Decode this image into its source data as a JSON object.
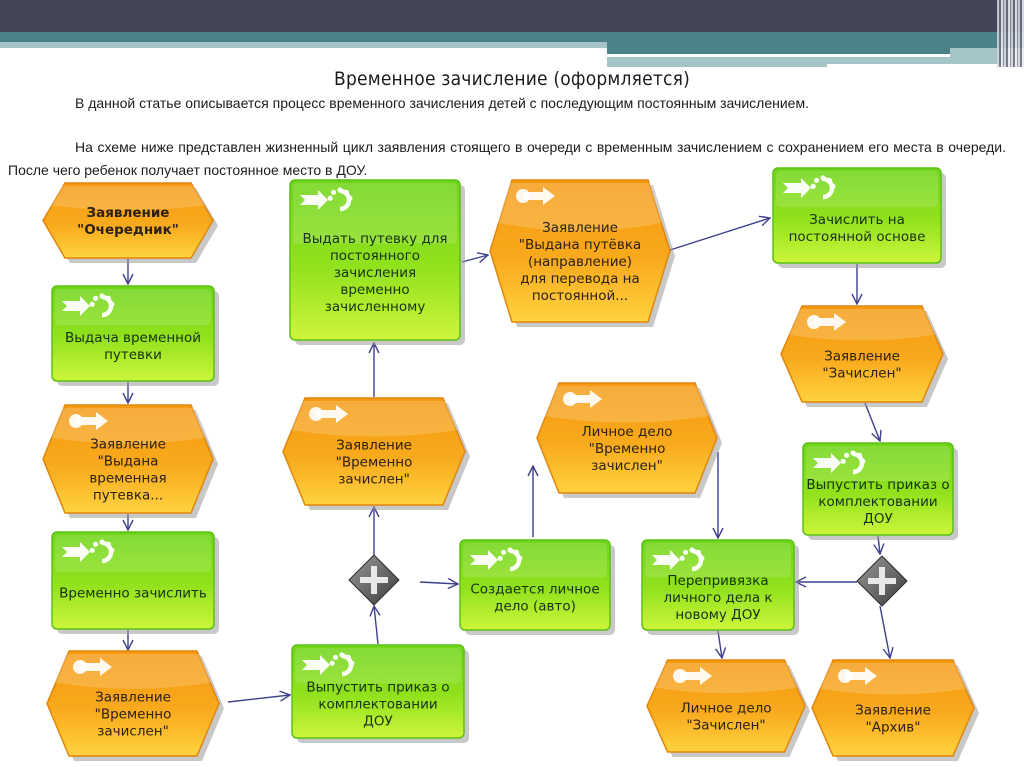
{
  "slide": {
    "title": "Временное зачисление (оформляется)",
    "paragraphs": [
      "В данной статье описывается процесс временного зачисления детей  с последующим постоянным зачислением.",
      "На схеме ниже представлен жизненный цикл заявления стоящего в очереди с временным зачислением с сохранением его места  в очереди. После чего ребенок получает постоянное место в ДОУ."
    ]
  },
  "colors": {
    "event_fill": "#f7a21b",
    "event_fill_light": "#ffc93a",
    "function_fill": "#7ad81a",
    "function_fill_light": "#c8f53a",
    "arrow": "#3f3f8f",
    "gateway": "#5b5b5b"
  },
  "diagram": {
    "events": [
      {
        "id": "e1",
        "lines": [
          "Заявление",
          "\"Очередник\""
        ],
        "bold": true,
        "icon": "none"
      },
      {
        "id": "e2",
        "lines": [
          "Заявление",
          "\"Выдана",
          "временная",
          "путевка..."
        ],
        "icon": "event-arrow-icon"
      },
      {
        "id": "e3",
        "lines": [
          "Заявление",
          "\"Временно",
          "зачислен\""
        ],
        "icon": "event-arrow-icon"
      },
      {
        "id": "e4",
        "lines": [
          "Заявление",
          "\"Временно",
          "зачислен\""
        ],
        "icon": "event-arrow-icon"
      },
      {
        "id": "e5",
        "lines": [
          "Заявление",
          "\"Выдана путёвка",
          "(направление)",
          "для перевода на",
          "постоянной..."
        ],
        "icon": "event-arrow-icon"
      },
      {
        "id": "e6",
        "lines": [
          "Личное дело",
          "\"Временно",
          "зачислен\""
        ],
        "icon": "event-arrow-icon"
      },
      {
        "id": "e7",
        "lines": [
          "Заявление",
          "\"Зачислен\""
        ],
        "icon": "event-arrow-icon"
      },
      {
        "id": "e8",
        "lines": [
          "Личное дело",
          "\"Зачислен\""
        ],
        "icon": "event-arrow-icon"
      },
      {
        "id": "e9",
        "lines": [
          "Заявление",
          "\"Архив\""
        ],
        "icon": "event-arrow-icon"
      }
    ],
    "functions": [
      {
        "id": "f1",
        "lines": [
          "Выдача временной",
          "путевки"
        ],
        "icon": "function-gear-icon"
      },
      {
        "id": "f2",
        "lines": [
          "Временно зачислить"
        ],
        "icon": "function-gear-icon"
      },
      {
        "id": "f3",
        "lines": [
          "Выпустить приказ о",
          "комплектовании",
          "ДОУ"
        ],
        "icon": "function-gear-icon"
      },
      {
        "id": "f4",
        "lines": [
          "Выдать путевку для",
          "постоянного",
          "зачисления",
          "временно",
          "зачисленному"
        ],
        "icon": "function-gear-icon"
      },
      {
        "id": "f5",
        "lines": [
          "Создается личное",
          "дело (авто)"
        ],
        "icon": "function-gear-icon"
      },
      {
        "id": "f6",
        "lines": [
          "Зачислить на",
          "постоянной основе"
        ],
        "icon": "function-gear-icon"
      },
      {
        "id": "f7",
        "lines": [
          "Перепривязка",
          "личного дела к",
          "новому ДОУ"
        ],
        "icon": "function-gear-icon"
      },
      {
        "id": "f8",
        "lines": [
          "Выпустить приказ о",
          "комплектовании",
          "ДОУ"
        ],
        "icon": "function-gear-icon"
      }
    ],
    "gateways": [
      {
        "id": "g1",
        "type": "and",
        "icon": "plus-icon"
      },
      {
        "id": "g2",
        "type": "and",
        "icon": "plus-icon"
      }
    ],
    "connections": [
      [
        "e1",
        "f1"
      ],
      [
        "f1",
        "e2"
      ],
      [
        "e2",
        "f2"
      ],
      [
        "f2",
        "e3"
      ],
      [
        "e3",
        "f3"
      ],
      [
        "f3",
        "g1"
      ],
      [
        "g1",
        "e4"
      ],
      [
        "g1",
        "f5"
      ],
      [
        "e4",
        "f4"
      ],
      [
        "f4",
        "e5"
      ],
      [
        "e5",
        "f6"
      ],
      [
        "f5",
        "e6"
      ],
      [
        "e6",
        "f7"
      ],
      [
        "f6",
        "e7"
      ],
      [
        "e7",
        "f8"
      ],
      [
        "f8",
        "g2"
      ],
      [
        "g2",
        "f7"
      ],
      [
        "g2",
        "e9"
      ],
      [
        "f7",
        "e8"
      ]
    ]
  }
}
